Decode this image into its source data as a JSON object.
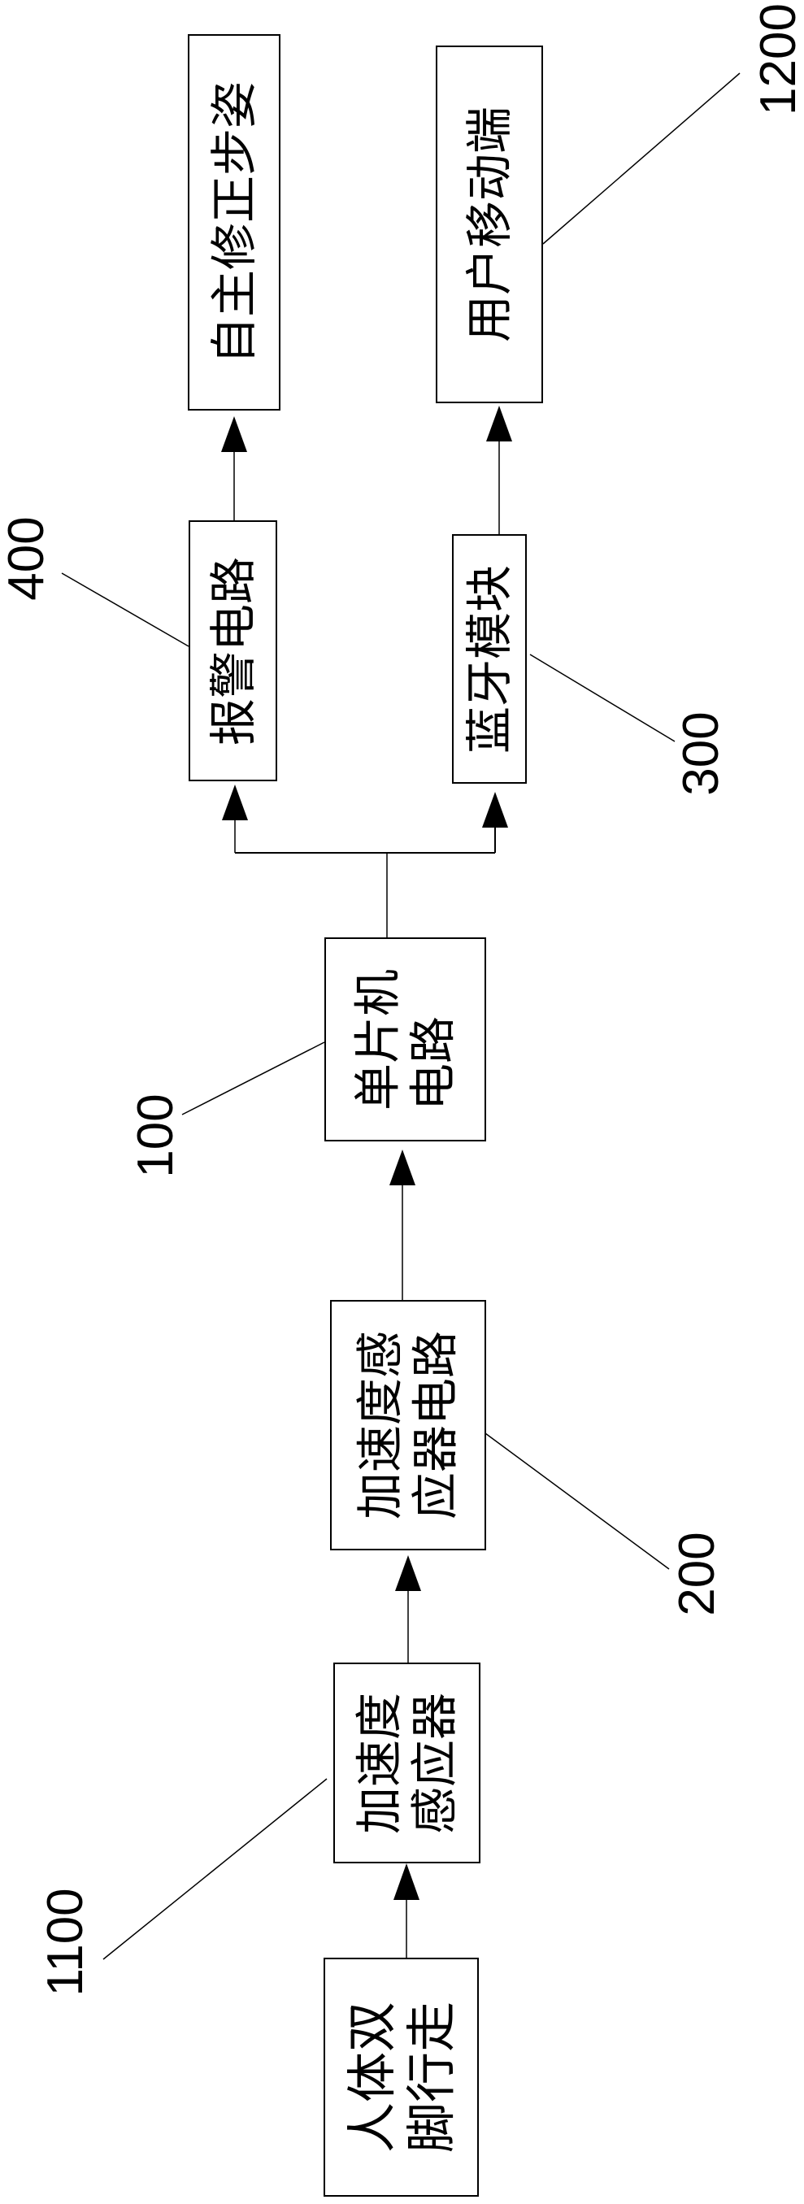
{
  "diagram": {
    "type": "block-flow",
    "orientation": "rotated-90-ccw",
    "blocks": {
      "walking": {
        "lines": [
          "人体双",
          "脚行走"
        ]
      },
      "accel_sensor": {
        "lines": [
          "加速度",
          "感应器"
        ]
      },
      "accel_circuit": {
        "lines": [
          "加速度感",
          "应器电路"
        ]
      },
      "mcu": {
        "lines": [
          "单片机",
          "电路"
        ]
      },
      "alarm": {
        "lines": [
          "报警电路"
        ]
      },
      "bluetooth": {
        "lines": [
          "蓝牙模块"
        ]
      },
      "self_correct": {
        "lines": [
          "自主修正步姿"
        ]
      },
      "mobile": {
        "lines": [
          "用户移动端"
        ]
      }
    },
    "labels": {
      "walking_sensor": "1100",
      "accel_circuit": "200",
      "mcu": "100",
      "alarm": "400",
      "bluetooth": "300",
      "mobile": "1200"
    },
    "edges": [
      [
        "人体双脚行走",
        "加速度感应器"
      ],
      [
        "加速度感应器",
        "加速度感应器电路"
      ],
      [
        "加速度感应器电路",
        "单片机电路"
      ],
      [
        "单片机电路",
        "报警电路"
      ],
      [
        "单片机电路",
        "蓝牙模块"
      ],
      [
        "报警电路",
        "自主修正步姿"
      ],
      [
        "蓝牙模块",
        "用户移动端"
      ]
    ],
    "colors": {
      "stroke": "#000000",
      "background": "#ffffff"
    }
  }
}
